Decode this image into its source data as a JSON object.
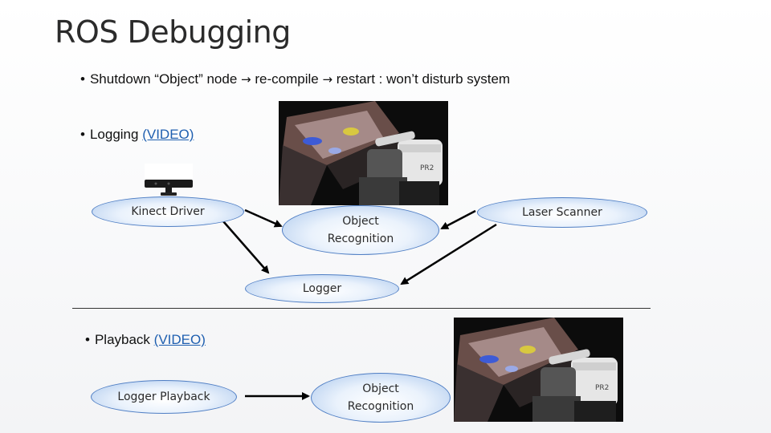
{
  "title": "ROS Debugging",
  "bullets": {
    "shutdown": {
      "dot": "•",
      "part1": "Shutdown “Object” node",
      "arrow": "→",
      "part2": "re-compile",
      "arrow2": "→",
      "part3": "restart : won’t disturb system"
    },
    "logging": {
      "dot": "•",
      "label": "Logging",
      "link": "(VIDEO)"
    },
    "playback": {
      "dot": "•",
      "label": "Playback",
      "link": "(VIDEO)"
    }
  },
  "nodes": {
    "kinect_driver": "Kinect Driver",
    "object_recognition_1": {
      "line1": "Object",
      "line2": "Recognition"
    },
    "laser_scanner": "Laser Scanner",
    "logger": "Logger",
    "logger_playback": "Logger Playback",
    "object_recognition_2": {
      "line1": "Object",
      "line2": "Recognition"
    }
  },
  "images": {
    "robot_label": "PR2"
  },
  "colors": {
    "node_border": "#4f7ec4",
    "link": "#1f5fb0",
    "arrow": "#000000"
  }
}
